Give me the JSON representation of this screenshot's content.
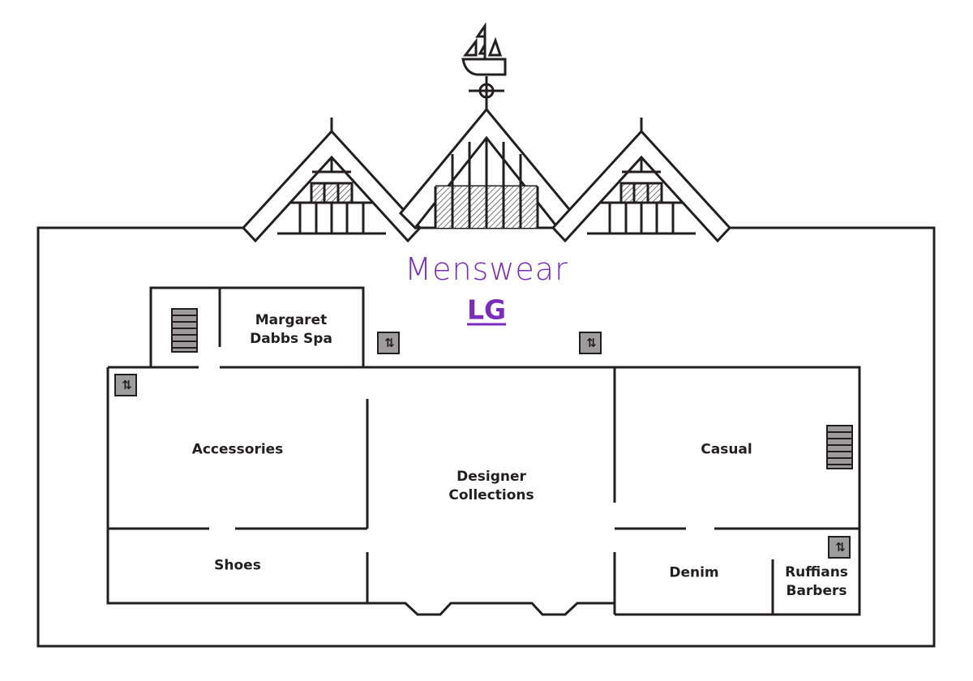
{
  "header": {
    "title": "Menswear",
    "floor": "LG"
  },
  "areas": {
    "spa": "Margaret\nDabbs Spa",
    "accessories": "Accessories",
    "designer": "Designer\nCollections",
    "casual": "Casual",
    "shoes": "Shoes",
    "denim": "Denim",
    "ruffians": "Ruffians\nBarbers"
  },
  "icons": {
    "lift": "lift-icon",
    "lift_glyph": "⇅",
    "stairs": "stairs-icon",
    "weathervane": "ship-weathervane-icon"
  },
  "colors": {
    "accent": "#7b2cbf",
    "lines": "#231f20",
    "icon_fill": "#9d9d9d"
  }
}
